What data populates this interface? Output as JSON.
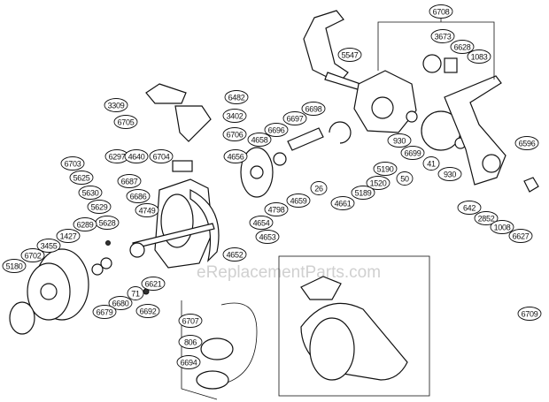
{
  "diagram": {
    "watermark": "eReplacementParts.com",
    "parts": [
      "3309",
      "6705",
      "6482",
      "3402",
      "6706",
      "4658",
      "6703",
      "6297",
      "4640",
      "6704",
      "4656",
      "5625",
      "5630",
      "6687",
      "6686",
      "5629",
      "4749",
      "5628",
      "6289",
      "1427",
      "3455",
      "4654",
      "4653",
      "4652",
      "6702",
      "5180",
      "6621",
      "71",
      "6680",
      "6679",
      "6692",
      "6707",
      "806",
      "6694",
      "6708",
      "3673",
      "6628",
      "1083",
      "5547",
      "6698",
      "6697",
      "6696",
      "930",
      "6699",
      "6596",
      "41",
      "5190",
      "50",
      "930",
      "26",
      "1520",
      "5189",
      "4659",
      "4661",
      "4798",
      "642",
      "2852",
      "1008",
      "6627",
      "6709"
    ]
  }
}
